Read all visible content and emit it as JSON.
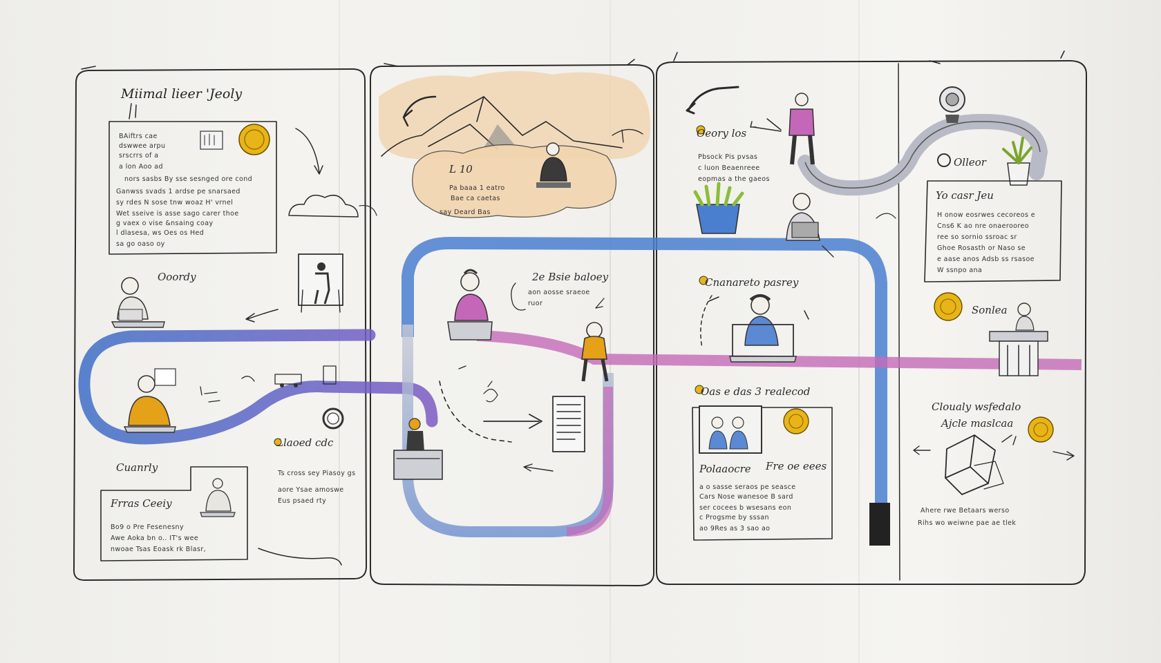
{
  "journey": {
    "title": "Miimal lieer 'Jeoly",
    "panel1": {
      "notes_box": [
        "BAiftrs cae",
        "dswwee arpu",
        "srscrrs of a",
        "a lon Aoo ad",
        "nors sasbs By sse sesnged ore cond",
        "Ganwss svads 1 ardse pe snarsaed",
        "sy rdes N sose tnw woaz H' vrnel",
        "Wet sseive is asse sago carer thoe",
        "g vaex o vise &nsaing coay",
        "l dlasesa, ws Oes os Hed",
        "sa go oaso oy"
      ],
      "stage_label": "Ooordy",
      "bottom_title": "Cuanrly",
      "bottom_box_title": "Frras Ceeiy",
      "bottom_box_text": [
        "Bo9 o Pre Fesenesny",
        "Awe Aoka bn o.. IT's wee",
        "nwoae Tsas Eoask rk Blasr,"
      ],
      "side_label": "Llaoed cdc",
      "side_text": [
        "Ts cross sey Piasoy gs",
        "aore Ysae amoswe",
        "Eus psaed rty"
      ]
    },
    "panel2": {
      "cloud_text": [
        "L 10",
        "Pa baaa 1 eatro",
        "Bae ca caetas",
        "say Deard Bas"
      ],
      "stage_label": "2e Bsie baloey",
      "stage_sub": [
        "aon aosse sraeoe",
        "ruor"
      ]
    },
    "panel3": {
      "top_label": "Oeory los",
      "top_text": [
        "Pbsock Pis pvsas",
        "c luon Beaenreee",
        "eopmas a the gaeos"
      ],
      "mid_label": "Cnanareto pasrey",
      "box_label": "Oas e das 3 realecod",
      "box_sub": [
        "Polaaocre",
        "Fre oe eees"
      ],
      "box_text": [
        "a o sasse seraos pe seasce",
        "Cars Nose wanesoe B sard",
        "ser cocees b wsesans eon",
        "c Progsme by sssan",
        "ao 9Res as 3 sao ao"
      ]
    },
    "panel4": {
      "top_label": "Olleor",
      "notes_title": "Yo casr Jeu",
      "notes_text": [
        "H onow eosrwes cecoreos e",
        "Cns6 K ao nre onaerooreo",
        "ree so sornio ssroac sr",
        "Ghoe Rosasth or Naso se",
        "e aase anos Adsb ss rsasoe",
        "W ssnpo ana"
      ],
      "coin_label": "Sonlea",
      "bottom_title": "Cloualy wsfedalo",
      "bottom_sub": "Ajcle maslcaa",
      "bottom_text": [
        "Ahere rwe Betaars werso",
        "Rihs wo weiwne pae ae tlek"
      ]
    },
    "colors": {
      "blue_path": "#4a78c9",
      "magenta_path": "#c46ab8",
      "grey_path": "#b9bcc8",
      "gold": "#e8b417",
      "watercolor": "#f0d2ab"
    }
  }
}
